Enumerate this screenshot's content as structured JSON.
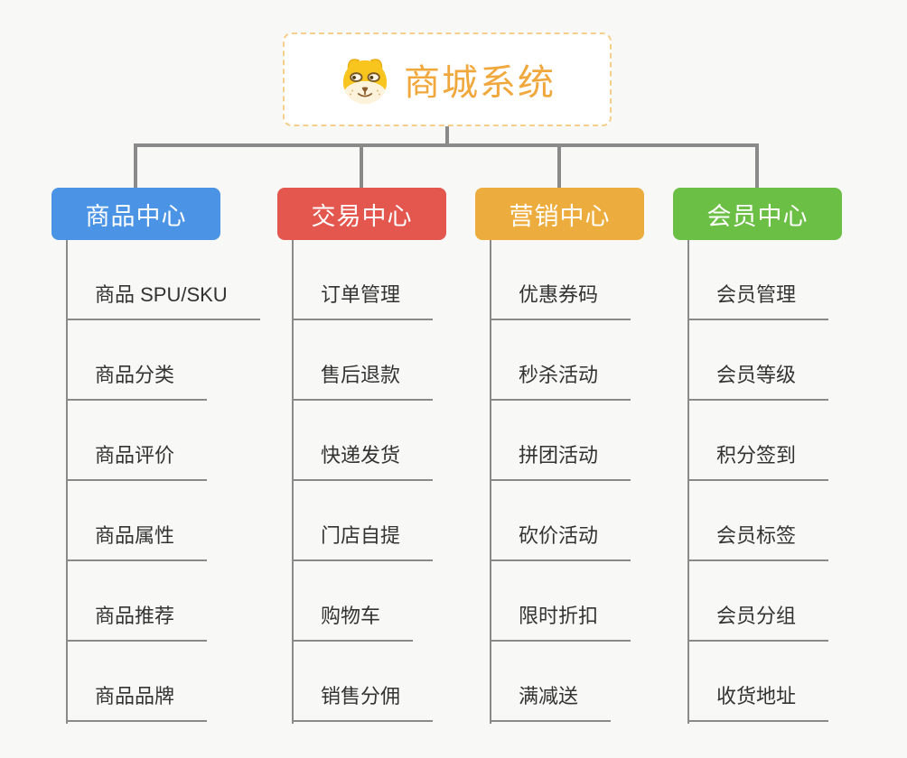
{
  "root": {
    "title": "商城系统",
    "icon": "dog-face-icon"
  },
  "branches": [
    {
      "label": "商品中心",
      "color": "#4b94e5",
      "children": [
        "商品 SPU/SKU",
        "商品分类",
        "商品评价",
        "商品属性",
        "商品推荐",
        "商品品牌"
      ]
    },
    {
      "label": "交易中心",
      "color": "#e3574f",
      "children": [
        "订单管理",
        "售后退款",
        "快递发货",
        "门店自提",
        "购物车",
        "销售分佣"
      ]
    },
    {
      "label": "营销中心",
      "color": "#edad3e",
      "children": [
        "优惠券码",
        "秒杀活动",
        "拼团活动",
        "砍价活动",
        "限时折扣",
        "满减送"
      ]
    },
    {
      "label": "会员中心",
      "color": "#6cbf45",
      "children": [
        "会员管理",
        "会员等级",
        "积分签到",
        "会员标签",
        "会员分组",
        "收货地址"
      ]
    }
  ],
  "colors": {
    "background": "#f8f8f7",
    "root_text": "#f0a73c",
    "root_border": "#f6ce8c",
    "connector": "#8a8a8a",
    "leaf_text": "#333333",
    "leaf_underline": "#8a8a8a",
    "branch_text": "#ffffff"
  }
}
